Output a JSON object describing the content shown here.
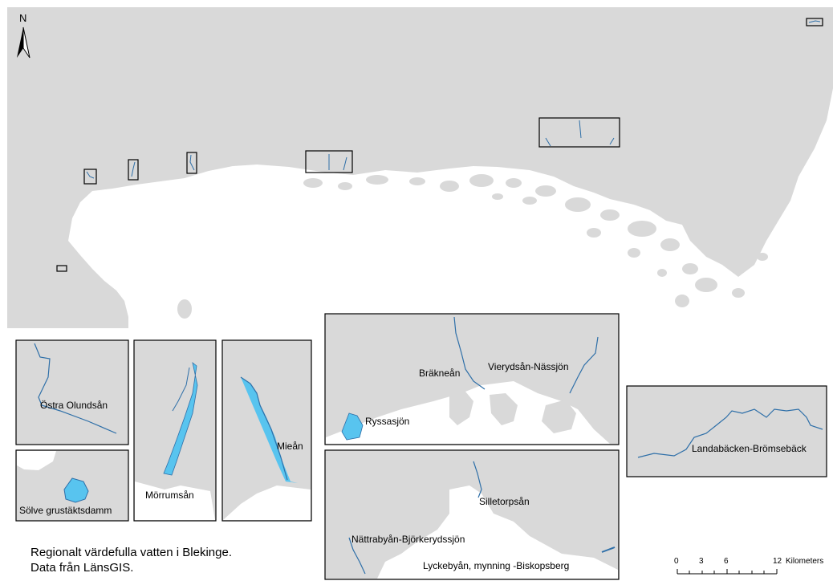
{
  "north_arrow": {
    "label": "N"
  },
  "colors": {
    "land": "#d9d9d9",
    "sea": "#ffffff",
    "water_feature": "#58c4ef",
    "river_line": "#2e6fa8",
    "frame": "#000000"
  },
  "inset_maps": [
    {
      "id": "ostra-olundsan",
      "label": "Östra Olundsån"
    },
    {
      "id": "solve-grustaktsdamm",
      "label": "Sölve grustäktsdamm"
    },
    {
      "id": "morrumsan",
      "label": "Mörrumsån"
    },
    {
      "id": "mlean",
      "label": "Mieån"
    },
    {
      "id": "bräkne-vierydsan",
      "labels": [
        "Bräkneån",
        "Vierydsån-Nässjön",
        "Ryssasjön"
      ]
    },
    {
      "id": "silletorpsan",
      "labels": [
        "Silletorpsån",
        "Nättrabyån-Björkerydssjön",
        "Lyckebyån, mynning -Biskopsberg"
      ]
    },
    {
      "id": "landabacken",
      "label": "Landabäcken-Brömsebäck"
    }
  ],
  "caption": {
    "line1": "Regionalt värdefulla vatten i Blekinge.",
    "line2": "Data från LänsGIS."
  },
  "scale_bar": {
    "ticks": [
      "0",
      "3",
      "6",
      "12"
    ],
    "unit": "Kilometers"
  }
}
